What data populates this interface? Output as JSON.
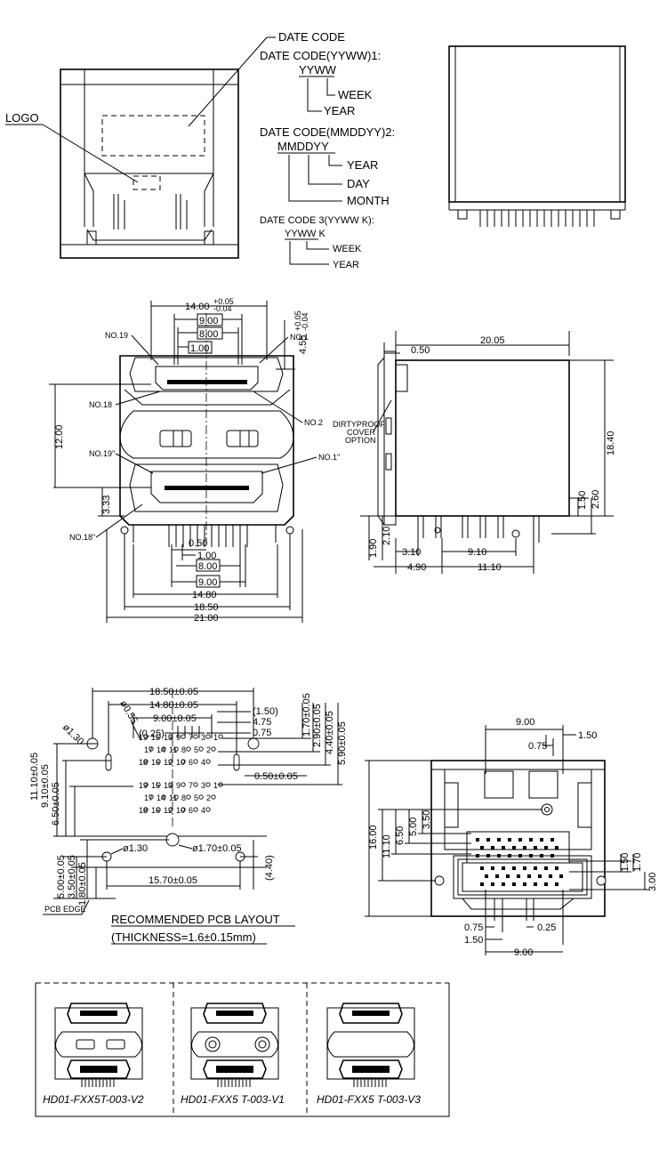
{
  "date_code": {
    "title": "DATE CODE",
    "c1": "DATE  CODE(YYWW)1:",
    "c1_val": "YYWW",
    "c1_week": "WEEK",
    "c1_year": "YEAR",
    "c2": "DATE  CODE(MMDDYY)2:",
    "c2_val": "MMDDYY",
    "c2_year": "YEAR",
    "c2_day": "DAY",
    "c2_month": "MONTH",
    "c3": "DATE  CODE  3(YYWW  K):",
    "c3_val": "YYWW  K",
    "c3_week": "WEEK",
    "c3_year": "YEAR"
  },
  "logo_label": "LOGO",
  "front_view": {
    "dims": {
      "w14": "14.00",
      "w14_tol_up": "+0.05",
      "w14_tol_dn": "-0.04",
      "b900": "9.00",
      "b800": "8.00",
      "b100": "1.00",
      "h455": "4.55",
      "h455_tol_up": "+0.05",
      "h455_tol_dn": "-0.04",
      "h1200": "12.00",
      "h333": "3.33",
      "d050": "0.50",
      "d100": "1.00",
      "d800": "8.00",
      "d900": "9.00",
      "d1480": "14.80",
      "d1850": "18.50",
      "d2100": "21.00"
    },
    "labels": {
      "no19": "NO.19",
      "no1": "NO.1",
      "no18": "NO.18",
      "no2": "NO.2",
      "no19b": "NO.19\"",
      "no1b": "NO.1\"",
      "no18b": "NO.18\""
    }
  },
  "side_view": {
    "dims": {
      "d050": "0.50",
      "d2005": "20.05",
      "d1840": "18.40",
      "d150": "1.50",
      "d260": "2.60",
      "d190": "1.90",
      "d210": "2.10",
      "d310": "3.10",
      "d910": "9.10",
      "d490": "4.90",
      "d1110": "11.10"
    },
    "option": [
      "DIRTYPROOF",
      "COVER",
      "OPTION"
    ]
  },
  "pcb_layout": {
    "dims": {
      "d1850": "18.50±0.05",
      "d1480": "14.80±0.05",
      "d900": "9.00±0.05",
      "d150": "(1.50)",
      "d475": "4.75",
      "d075": "0.75",
      "d025": "(0.25)",
      "h170": "1.70±0.05",
      "h290": "2.90±0.05",
      "h440": "4.40±0.05",
      "h590": "5.90±0.05",
      "h050": "0.50±0.05",
      "v1110": "11.10±0.05",
      "v910": "9.10±0.05",
      "v650": "6.50±0.05",
      "v500": "5.00±0.05",
      "v350": "3.50±0.05",
      "v180": "1.80±0.05",
      "d1570": "15.70±0.05",
      "d440": "(4.40)",
      "phi130": "ø1.30",
      "phi055": "ø0.55",
      "phi130b": "ø1.30",
      "phi170": "ø1.70±0.05"
    },
    "row_top": [
      "19",
      "15",
      "13",
      "9",
      "7",
      "3",
      "1"
    ],
    "row_mid": [
      "17",
      "14",
      "11",
      "8",
      "5",
      "2"
    ],
    "row_bot": [
      "18",
      "16",
      "12",
      "10",
      "6",
      "4"
    ],
    "edge": "PCB  EDGE",
    "title": "RECOMMENDED  PCB  LAYOUT",
    "subtitle": "(THICKNESS=1.6±0.15mm)"
  },
  "bottom_view": {
    "dims": {
      "d900": "9.00",
      "d075": "0.75",
      "d150": "1.50",
      "h1600": "16.00",
      "h1110": "11.10",
      "h650": "6.50",
      "h500": "5.00",
      "h350": "3.50",
      "r150": "1.50",
      "r170": "1.70",
      "r300": "3.00",
      "b075": "0.75",
      "b025": "0.25",
      "b150": "1.50",
      "b900": "9.00"
    }
  },
  "variants": [
    "HD01-FXX5T-003-V2",
    "HD01-FXX5 T-003-V1",
    "HD01-FXX5 T-003-V3"
  ]
}
